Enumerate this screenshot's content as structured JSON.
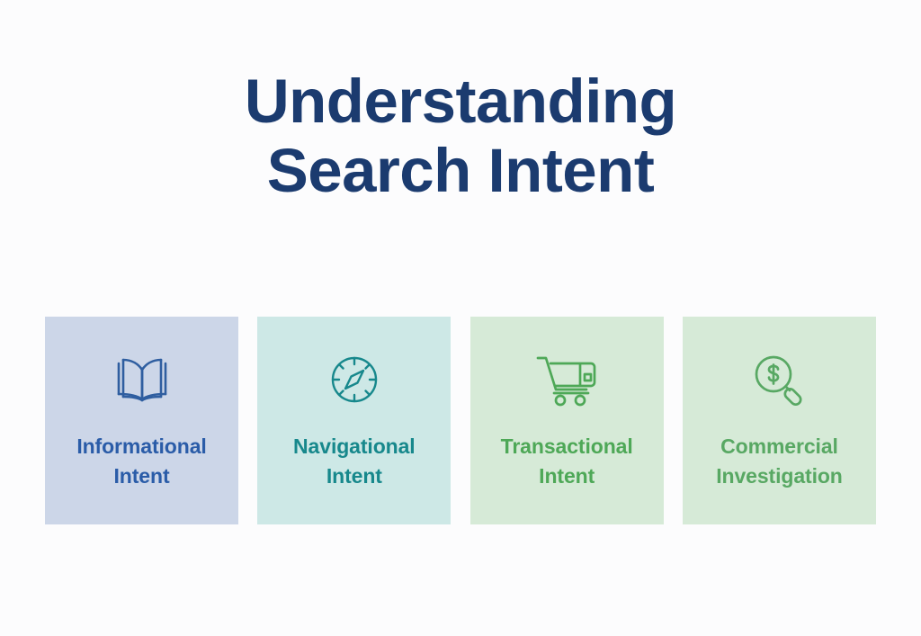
{
  "page": {
    "background_color": "#fcfcfd"
  },
  "title": {
    "line1": "Understanding",
    "line2": "Search Intent",
    "color": "#1b3b6f"
  },
  "cards": [
    {
      "id": "informational",
      "icon_name": "open-book-icon",
      "label_line1": "Informational",
      "label_line2": "Intent",
      "background_color": "#ccd6e8",
      "accent_color": "#2a5ca8"
    },
    {
      "id": "navigational",
      "icon_name": "compass-icon",
      "label_line1": "Navigational",
      "label_line2": "Intent",
      "background_color": "#cde8e6",
      "accent_color": "#17888c"
    },
    {
      "id": "transactional",
      "icon_name": "shopping-cart-icon",
      "label_line1": "Transactional",
      "label_line2": "Intent",
      "background_color": "#d6ead7",
      "accent_color": "#4ea857"
    },
    {
      "id": "commercial",
      "icon_name": "magnifier-dollar-icon",
      "label_line1": "Commercial",
      "label_line2": "Investigation",
      "background_color": "#d6ead7",
      "accent_color": "#58a863"
    }
  ]
}
